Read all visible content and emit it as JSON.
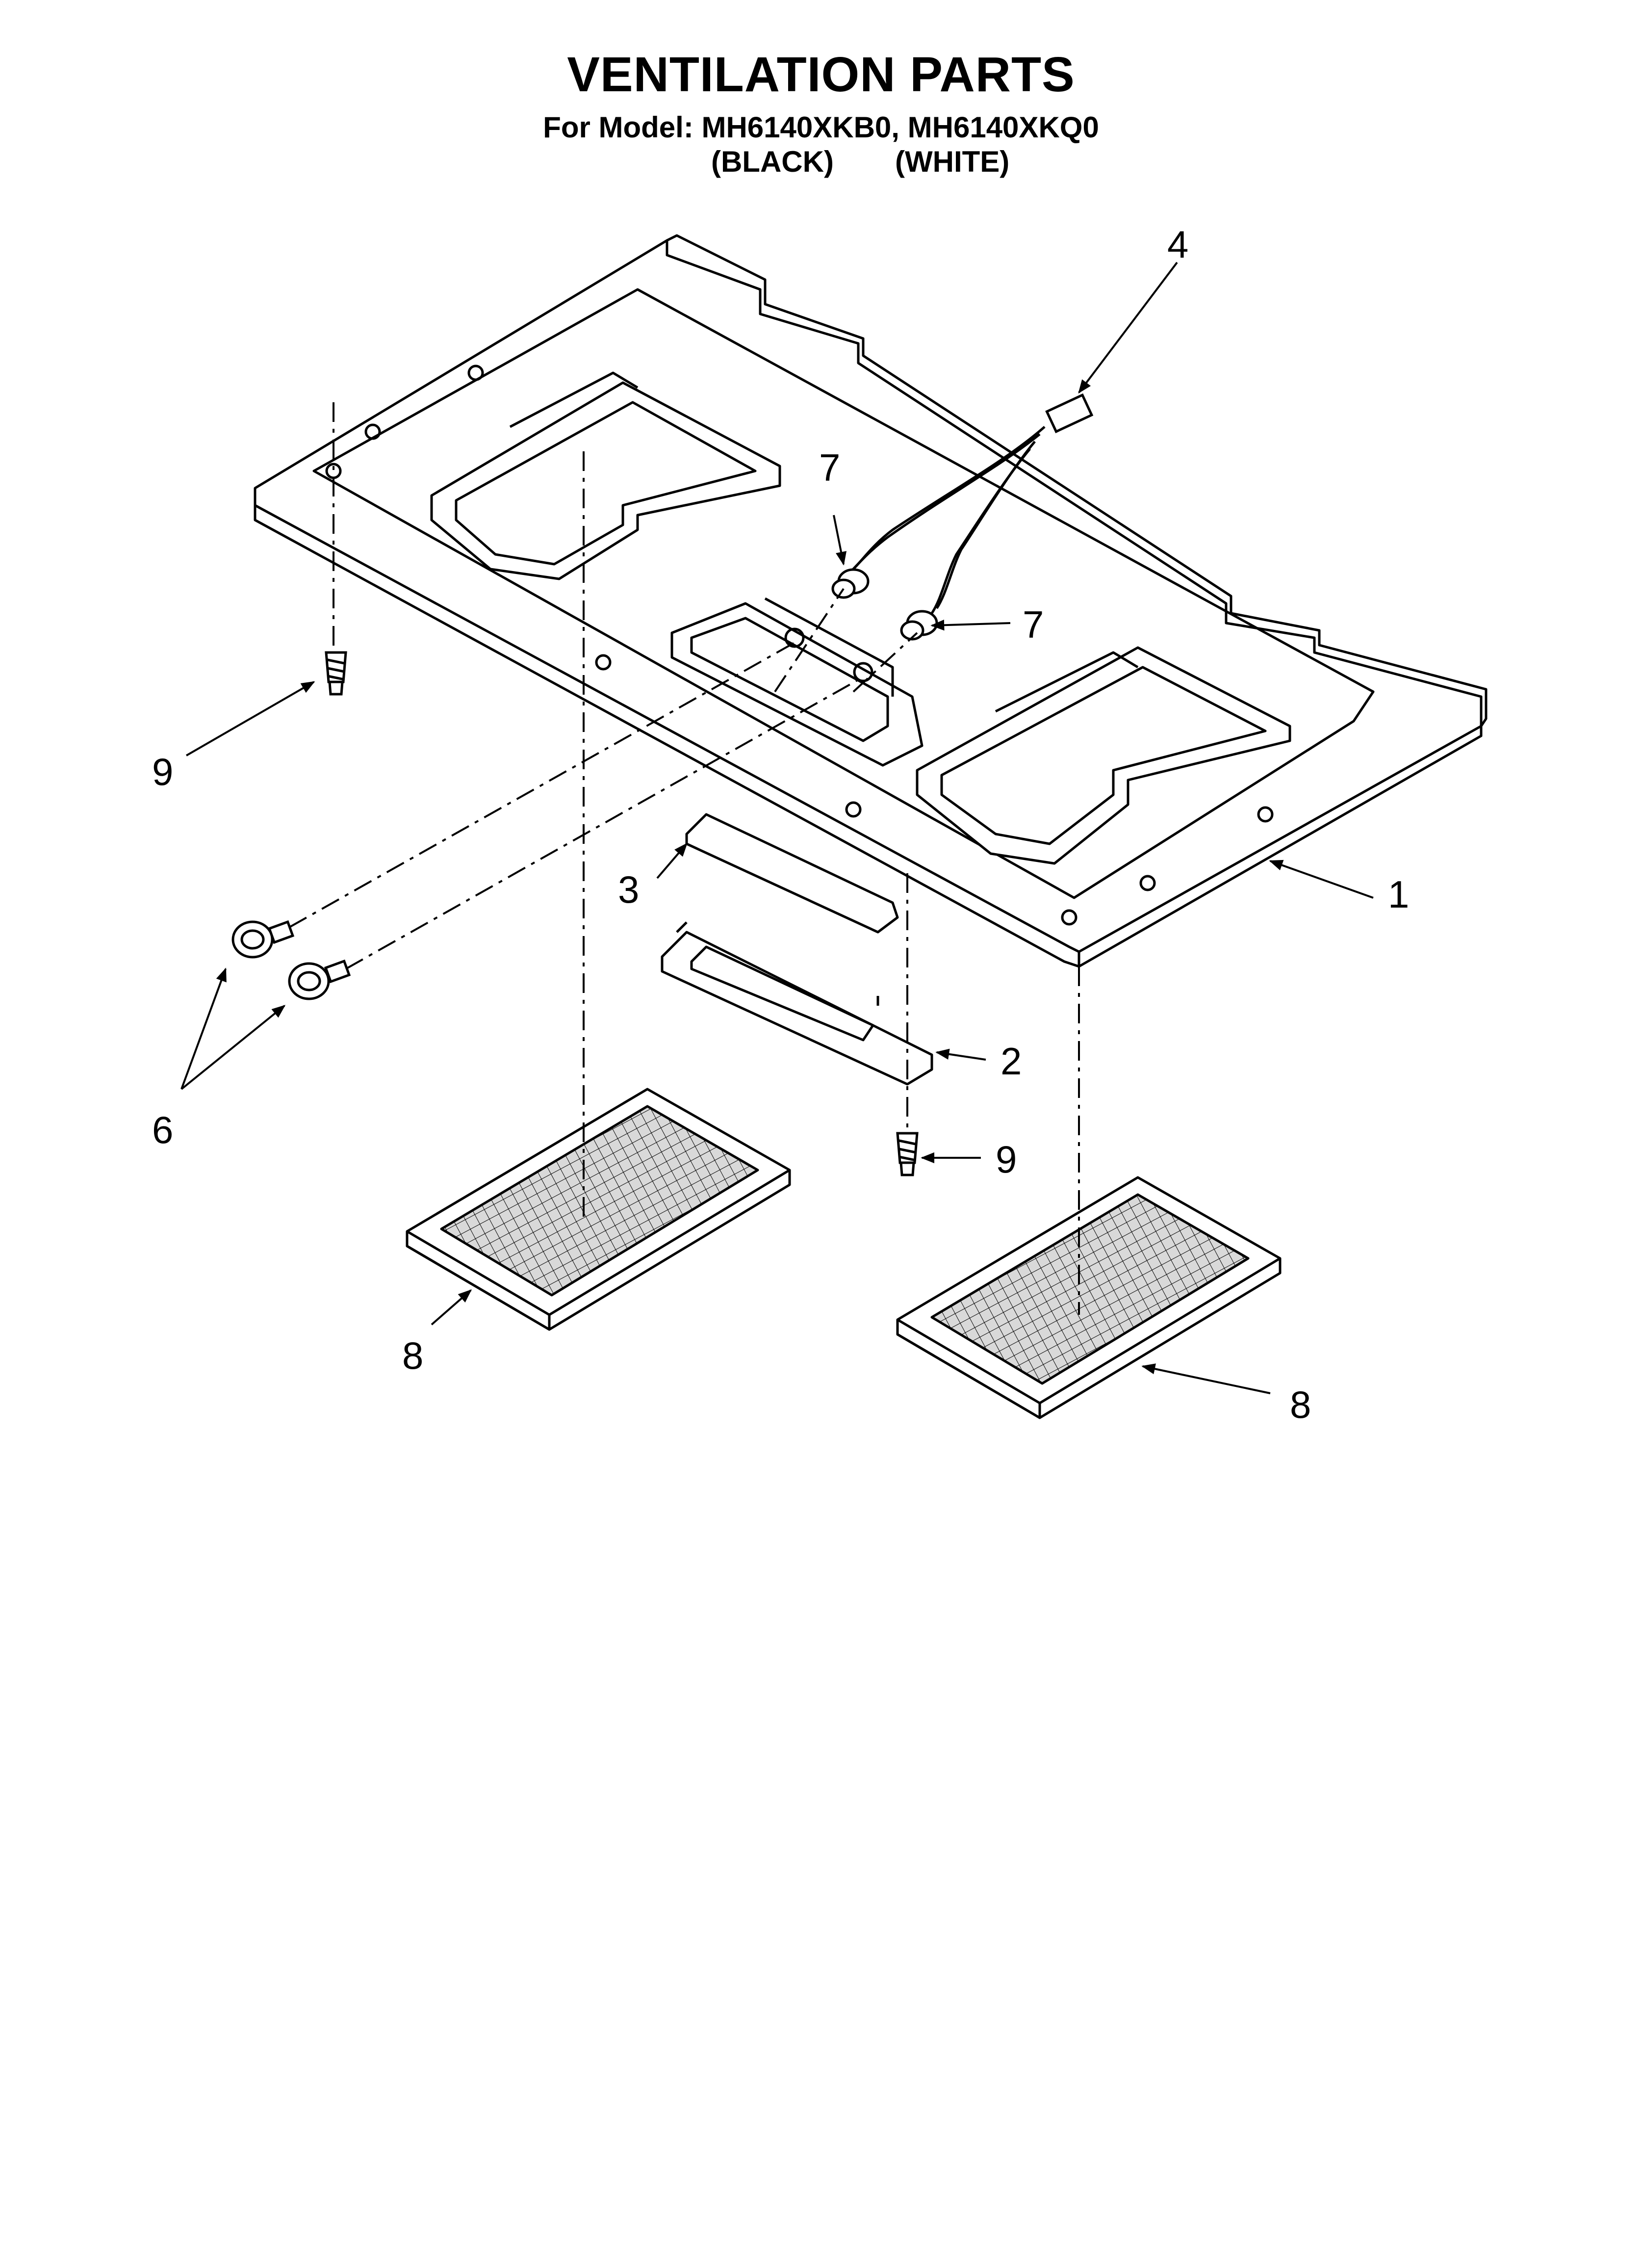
{
  "header": {
    "title": "VENTILATION PARTS",
    "subtitle": "For Model: MH6140XKB0, MH6140XKQ0",
    "color_black": "(BLACK)",
    "color_white": "(WHITE)"
  },
  "callouts": {
    "c1": "1",
    "c2": "2",
    "c3": "3",
    "c4": "4",
    "c6": "6",
    "c7a": "7",
    "c7b": "7",
    "c8a": "8",
    "c8b": "8",
    "c9a": "9",
    "c9b": "9"
  },
  "colors": {
    "ink": "#000000",
    "paper": "#ffffff",
    "mesh_fill": "#d9d9d9"
  }
}
